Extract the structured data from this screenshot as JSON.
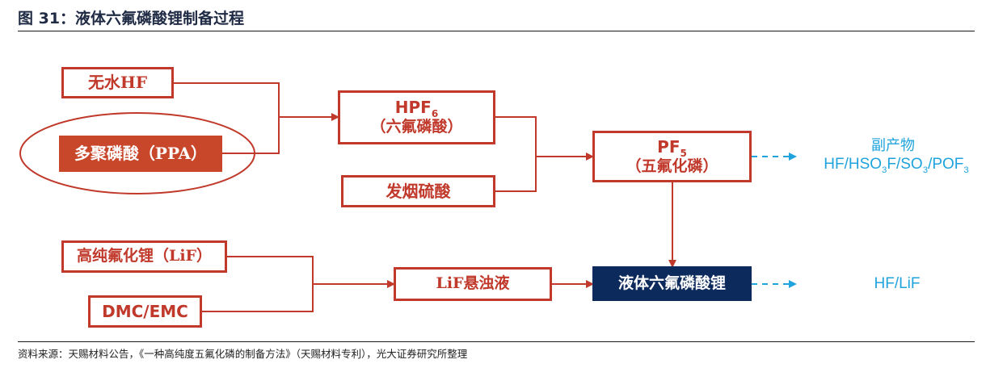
{
  "figure": {
    "title": "图 31：液体六氟磷酸锂制备过程",
    "source": "资料来源：天赐材料公告，《一种高纯度五氟化磷的制备方法》（天赐材料专利），光大证券研究所整理"
  },
  "nodes": {
    "anhydrous_hf": "无水HF",
    "ppa": "多聚磷酸（PPA）",
    "hpf6_formula": {
      "base": "HPF",
      "sub": "6"
    },
    "hpf6_name": "（六氟磷酸）",
    "oleum": "发烟硫酸",
    "pf5_formula": {
      "base": "PF",
      "sub": "5"
    },
    "pf5_name": "（五氟化磷）",
    "lif": "高纯氟化锂（LiF）",
    "solvent": "DMC/EMC",
    "lif_suspension": "LiF悬浊液",
    "product": "液体六氟磷酸锂"
  },
  "byproducts": {
    "label": "副产物",
    "pf5_parts": {
      "p1": "HF/HSO",
      "s1": "3",
      "p2": "F/SO",
      "s2": "3",
      "p3": "/POF",
      "s3": "3"
    },
    "product": "HF/LiF"
  },
  "colors": {
    "accent": "#c0392b",
    "filled": "#c8472a",
    "navy": "#0d2a5c",
    "byproduct": "#1fa3dc"
  }
}
